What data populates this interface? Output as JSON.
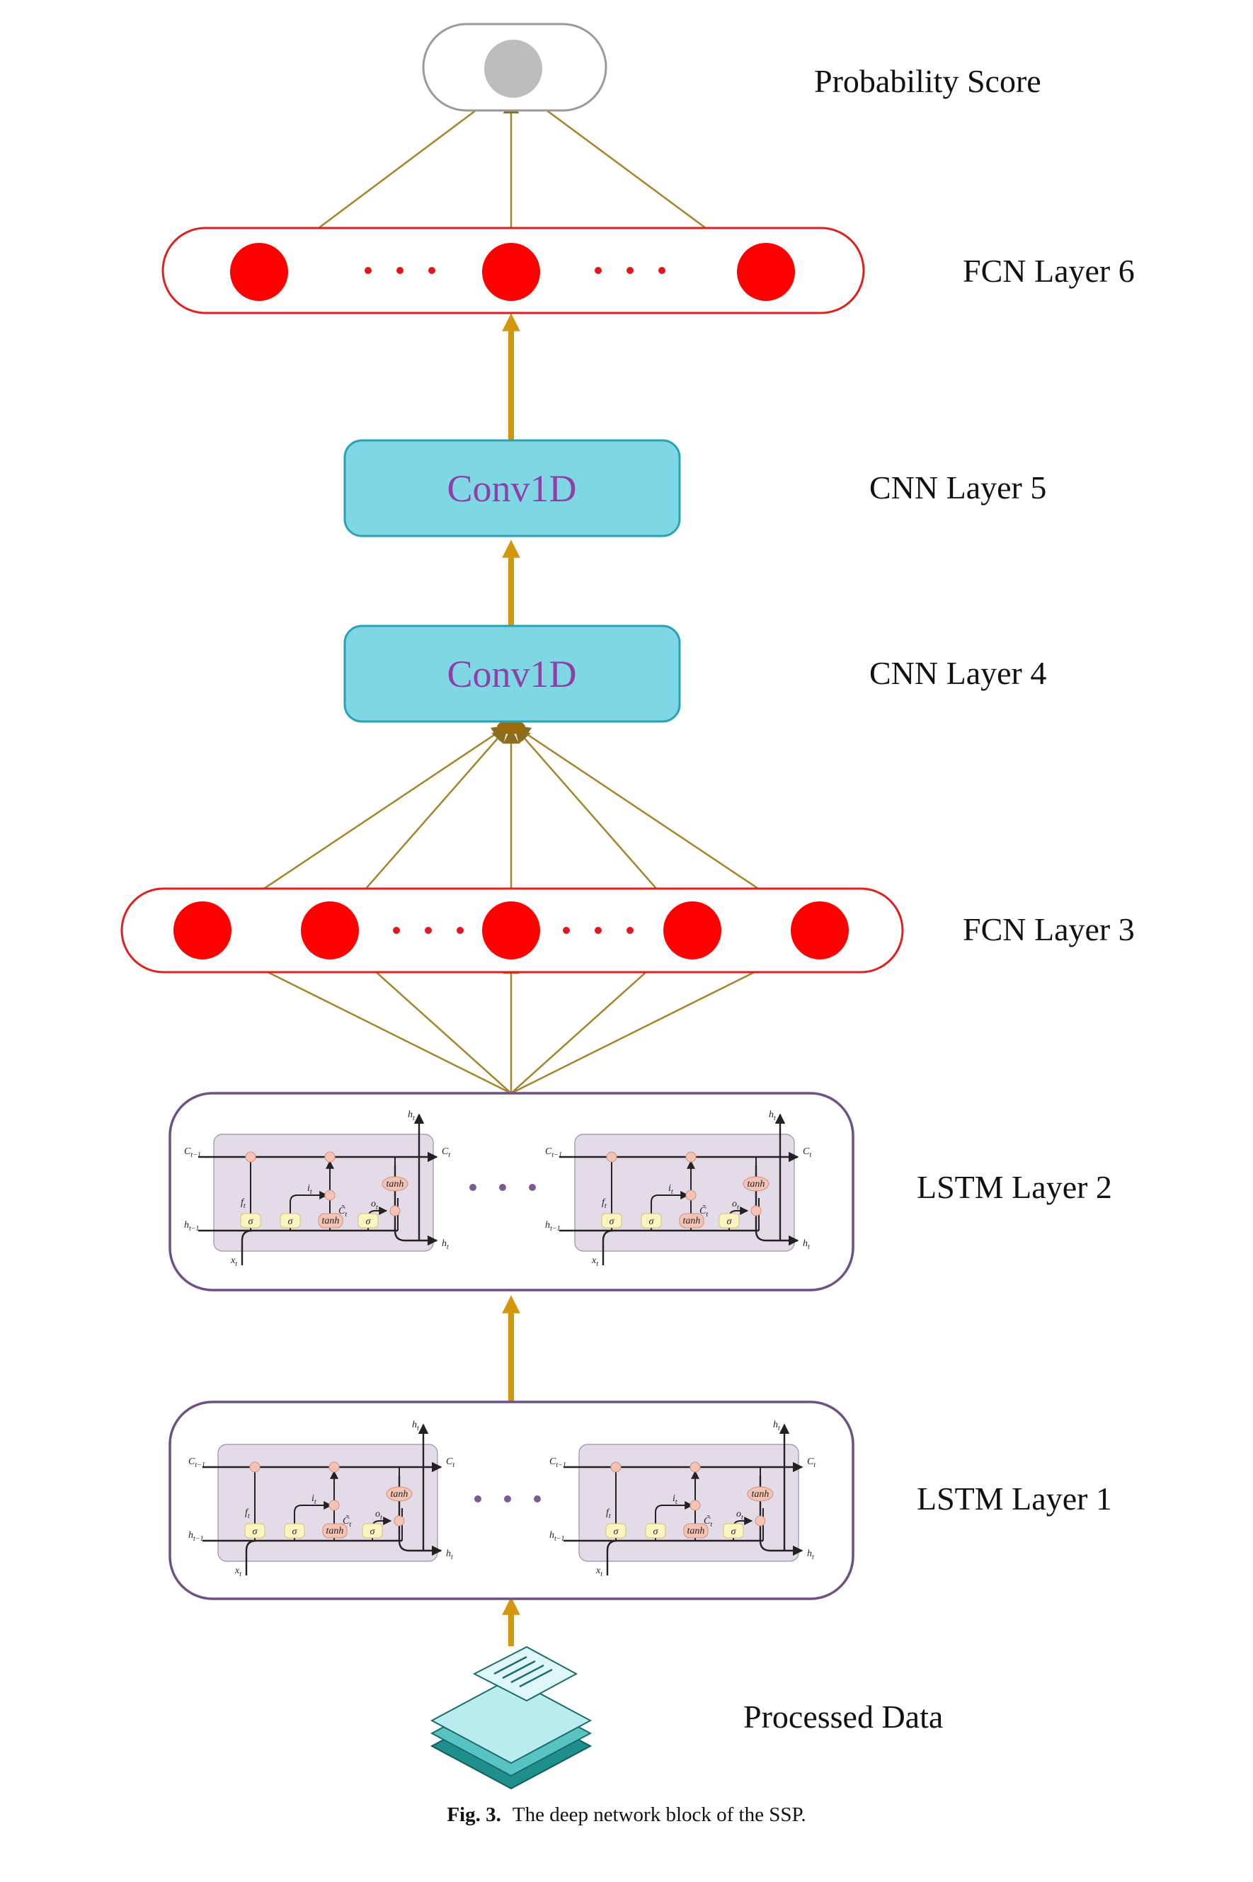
{
  "labels": {
    "probability_score": "Probability Score",
    "fcn_layer_6": "FCN Layer 6",
    "cnn_layer_5": "CNN Layer 5",
    "cnn_layer_4": "CNN Layer 4",
    "fcn_layer_3": "FCN Layer 3",
    "lstm_layer_2": "LSTM Layer 2",
    "lstm_layer_1": "LSTM Layer 1",
    "processed_data": "Processed Data"
  },
  "blocks": {
    "conv5": "Conv1D",
    "conv4": "Conv1D"
  },
  "lstm_cell": {
    "c_prev": "C",
    "c_prev_sub": "t−1",
    "c_out": "C",
    "c_out_sub": "t",
    "h_prev": "h",
    "h_prev_sub": "t−1",
    "h_out": "h",
    "h_out_sub": "t",
    "h_top": "h",
    "h_top_sub": "t",
    "x_in": "x",
    "x_in_sub": "t",
    "f": "f",
    "f_sub": "t",
    "i": "i",
    "i_sub": "t",
    "c_tilde": "C̃",
    "c_tilde_sub": "t",
    "o": "o",
    "o_sub": "t",
    "sigma": "σ",
    "tanh": "tanh"
  },
  "caption": {
    "fig": "Fig. 3.",
    "text": "The deep network block of the SSP."
  },
  "colors": {
    "arrow": "#d4960f",
    "thin_line": "#a8822a",
    "node": "#ff0000",
    "fcn_border": "#e0201c",
    "conv_fill": "#7ed7e3",
    "conv_border": "#2aa2b5",
    "lstm_border": "#6e4f86",
    "cell_fill": "#e3dbe7",
    "output_node": "#bdbdbd",
    "dots_red": "#e8141a",
    "dots_purple": "#7d5a96"
  }
}
